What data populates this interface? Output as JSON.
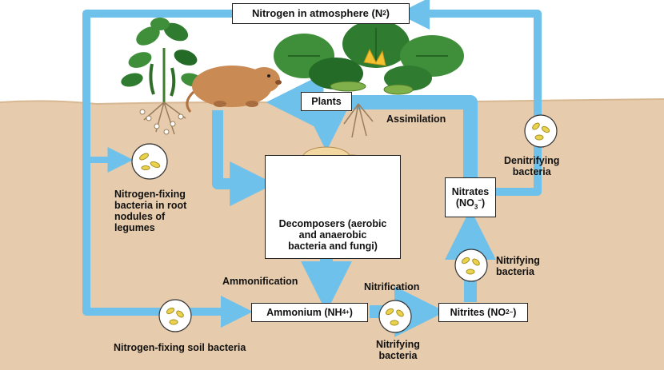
{
  "boxes": {
    "atmosphere": {
      "text": "Nitrogen in atmosphere (N",
      "sub": "2",
      "tail": ")"
    },
    "plants": {
      "text": "Plants"
    },
    "decomposers": {
      "text": "Decomposers (aerobic\nand anaerobic\nbacteria and fungi)"
    },
    "ammonium": {
      "text": "Ammonium (NH",
      "sup": "4",
      "sup2": "+",
      "tail": ")"
    },
    "nitrites": {
      "text": "Nitrites (NO",
      "sub": "2",
      "sup": "−",
      "tail": ")"
    },
    "nitrates": {
      "line1": "Nitrates",
      "text": "(NO",
      "sub": "3",
      "sup": "−",
      "tail": ")"
    }
  },
  "labels": {
    "assimilation": "Assimilation",
    "denitrifying": "Denitrifying\nbacteria",
    "nitrogen_fixing_root": "Nitrogen-fixing\nbacteria in root\nnodules of\nlegumes",
    "ammonification": "Ammonification",
    "nitrification": "Nitrification",
    "nitrifying_right": "Nitrifying\nbacteria",
    "nitrifying_bottom": "Nitrifying\nbacteria",
    "nitrogen_fixing_soil": "Nitrogen-fixing soil bacteria"
  },
  "colors": {
    "soil": "#e6cbac",
    "sky": "#ffffff",
    "arrow": "#6ec1ea",
    "leaf": "#3f8f3a",
    "leaf_dark": "#236b26",
    "mole": "#c98a54",
    "mushroom": "#f2d7a0",
    "bacteria": "#e8d24e"
  }
}
